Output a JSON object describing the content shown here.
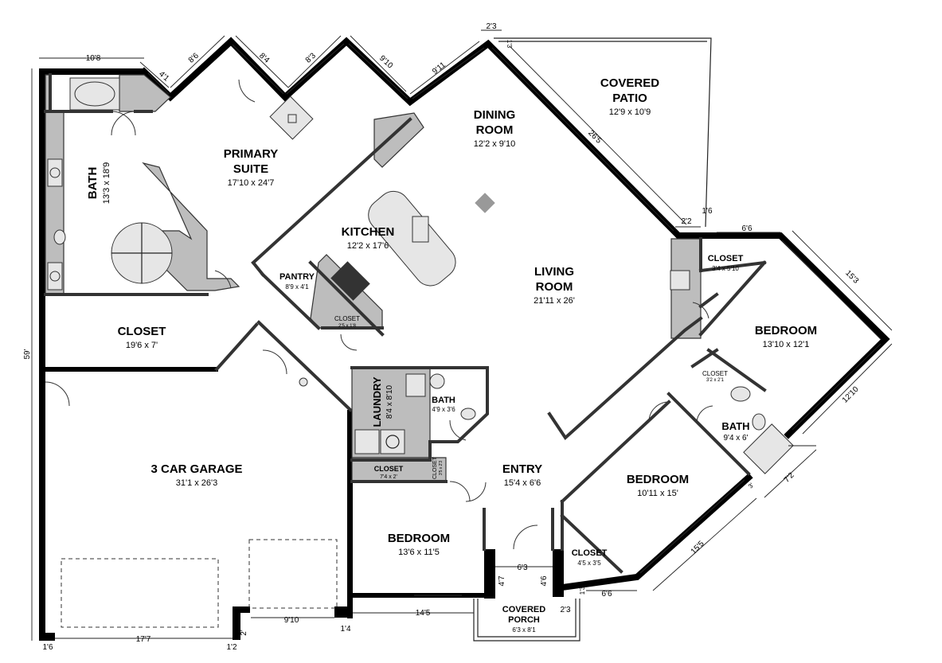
{
  "rooms": {
    "primary_suite": {
      "name_line1": "PRIMARY",
      "name_line2": "SUITE",
      "size": "17'10 x 24'7"
    },
    "bath_primary": {
      "name": "BATH",
      "size": "13'3 x 18'9"
    },
    "closet_primary": {
      "name": "CLOSET",
      "size": "19'6 x 7'"
    },
    "kitchen": {
      "name": "KITCHEN",
      "size": "12'2 x 17'6"
    },
    "pantry": {
      "name": "PANTRY",
      "size": "8'9 x 4'1"
    },
    "closet_pantry": {
      "name": "CLOSET",
      "size": "2'5 x 1'8"
    },
    "dining": {
      "name_line1": "DINING",
      "name_line2": "ROOM",
      "size": "12'2 x 9'10"
    },
    "living": {
      "name_line1": "LIVING",
      "name_line2": "ROOM",
      "size": "21'11 x 26'"
    },
    "covered_patio": {
      "name_line1": "COVERED",
      "name_line2": "PATIO",
      "size": "12'9 x 10'9"
    },
    "closet_bed1": {
      "name": "CLOSET",
      "size": "3'4 x 5'10"
    },
    "bedroom1": {
      "name": "BEDROOM",
      "size": "13'10 x 12'1"
    },
    "closet_small": {
      "name": "CLOSET",
      "size": "3'2 x 2'1"
    },
    "bath2": {
      "name": "BATH",
      "size": "9'4 x 6'"
    },
    "bedroom2": {
      "name": "BEDROOM",
      "size": "10'11 x 15'"
    },
    "closet_bed2": {
      "name": "CLOSET",
      "size": "4'5 x 3'5"
    },
    "laundry": {
      "name": "LAUNDRY",
      "size": "8'4 x 8'10"
    },
    "bath3": {
      "name": "BATH",
      "size": "4'9 x 3'6"
    },
    "closet_laundry": {
      "name": "CLOSET",
      "size": "7'4 x 2'"
    },
    "closet_tiny": {
      "name": "CLOSET",
      "size": "3'5 x 2'3"
    },
    "entry": {
      "name": "ENTRY",
      "size": "15'4 x 6'6"
    },
    "garage": {
      "name": "3 CAR GARAGE",
      "size": "31'1 x 26'3"
    },
    "bedroom3": {
      "name": "BEDROOM",
      "size": "13'6 x 11'5"
    },
    "covered_porch": {
      "name_line1": "COVERED",
      "name_line2": "PORCH",
      "size": "6'3 x 8'1"
    }
  },
  "dimensions": {
    "top_left": "10'8",
    "d_4_1": "4'1",
    "d_8_6": "8'6",
    "d_8_4": "8'4",
    "d_8_3": "8'3",
    "d_9_10": "9'10",
    "d_9_11": "9'11",
    "d_2_3_top": "2'3",
    "d_1_3": "1'3",
    "d_26_5": "26'5",
    "d_2_2": "2'2",
    "d_1_6_patio": "1'6",
    "d_6_6_right": "6'6",
    "d_15_3": "15'3",
    "d_12_10": "12'10",
    "d_7_2": "7'2",
    "d_3_mid": "3'",
    "d_15_5": "15'5",
    "d_6_6_bottom": "6'6",
    "d_2_3_porch": "2'3",
    "d_6_3": "6'3",
    "d_4_7": "4'7",
    "d_4_6": "4'6",
    "d_1_3_porch": "1'3",
    "d_14_5": "14'5",
    "d_1_4": "1'4",
    "d_9_10_bottom": "9'10",
    "d_17_7": "17'7",
    "d_1_2": "1'2",
    "d_2": "2'",
    "d_1_6_bottom": "1'6",
    "d_59": "59'"
  }
}
